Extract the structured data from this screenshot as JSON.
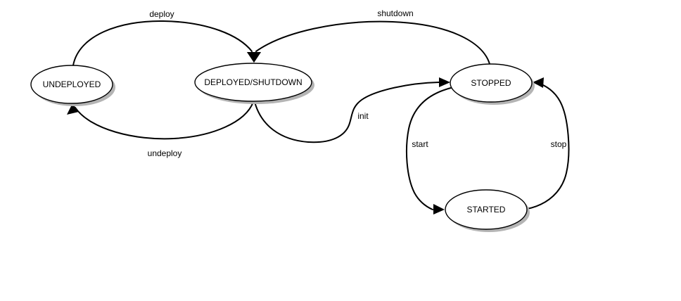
{
  "diagram": {
    "type": "state-machine",
    "background_color": "#ffffff",
    "node_fill_color": "#ffffff",
    "stroke_color": "#000000",
    "shadow_color": "#b4b4b4",
    "states": [
      {
        "id": "undeployed",
        "label": "UNDEPLOYED"
      },
      {
        "id": "deployed-shutdown",
        "label": "DEPLOYED/SHUTDOWN"
      },
      {
        "id": "stopped",
        "label": "STOPPED"
      },
      {
        "id": "started",
        "label": "STARTED"
      }
    ],
    "transitions": [
      {
        "id": "deploy",
        "label": "deploy",
        "from": "UNDEPLOYED",
        "to": "DEPLOYED/SHUTDOWN"
      },
      {
        "id": "shutdown",
        "label": "shutdown",
        "from": "STOPPED",
        "to": "DEPLOYED/SHUTDOWN"
      },
      {
        "id": "undeploy",
        "label": "undeploy",
        "from": "DEPLOYED/SHUTDOWN",
        "to": "UNDEPLOYED"
      },
      {
        "id": "init",
        "label": "init",
        "from": "DEPLOYED/SHUTDOWN",
        "to": "STOPPED"
      },
      {
        "id": "start",
        "label": "start",
        "from": "STOPPED",
        "to": "STARTED"
      },
      {
        "id": "stop",
        "label": "stop",
        "from": "STARTED",
        "to": "STOPPED"
      }
    ]
  }
}
